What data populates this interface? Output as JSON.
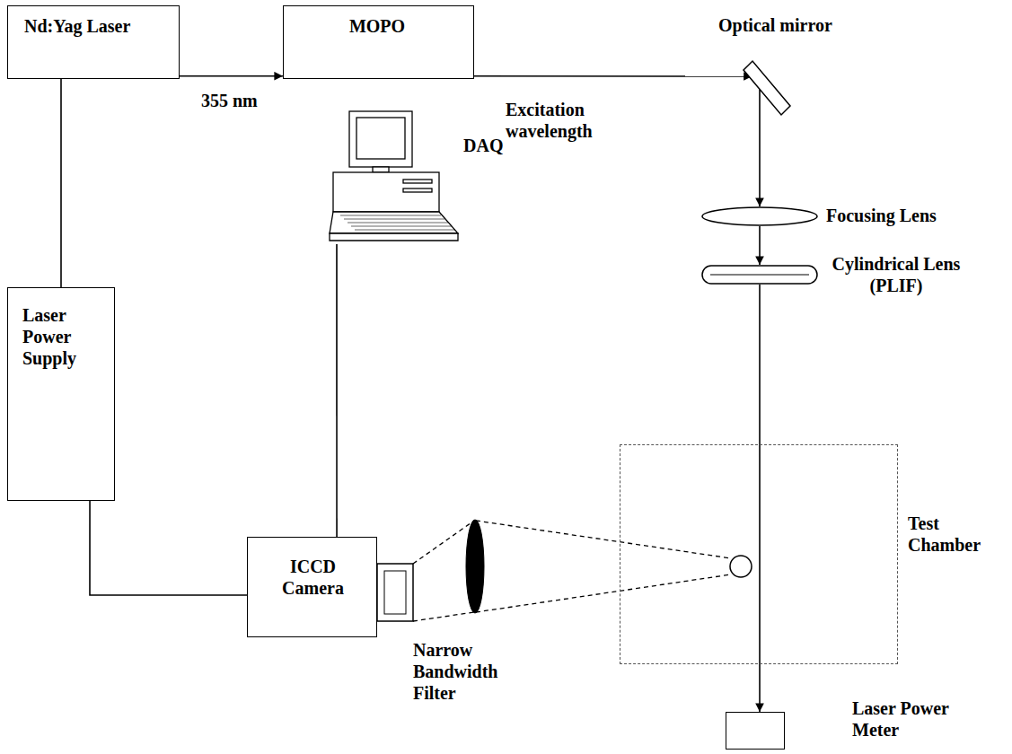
{
  "diagram": {
    "nodes": [
      {
        "text": [
          "Nd:Yag Laser"
        ]
      },
      {
        "text": [
          "MOPO"
        ]
      },
      {
        "text": [
          "Optical mirror"
        ]
      },
      {
        "text": [
          "Focusing Lens"
        ]
      },
      {
        "text": [
          "Cylindrical Lens (PLIF)"
        ]
      },
      {
        "text": [
          "DAQ"
        ]
      },
      {
        "text": [
          "Laser Power Supply"
        ]
      },
      {
        "text": [
          "ICCD Camera"
        ]
      },
      {
        "text": [
          "Narrow Bandwidth Filter"
        ]
      },
      {
        "text": [
          "Test Chamber"
        ]
      },
      {
        "text": [
          "Laser Power Meter"
        ]
      }
    ],
    "edges": [
      {
        "from": 0,
        "to": 1,
        "arrow": "to",
        "label": "355 nm"
      },
      {
        "from": 1,
        "to": 2,
        "arrow": "to",
        "label": "Excitation wavelength"
      },
      {
        "from": 2,
        "to": 3,
        "arrow": "to"
      },
      {
        "from": 3,
        "to": 4,
        "arrow": "to"
      },
      {
        "from": 4,
        "to": 10,
        "arrow": "to"
      },
      {
        "from": 0,
        "to": 6,
        "arrow": "none"
      },
      {
        "from": 6,
        "to": 7,
        "arrow": "none"
      },
      {
        "from": 7,
        "to": 5,
        "arrow": "none"
      }
    ]
  }
}
